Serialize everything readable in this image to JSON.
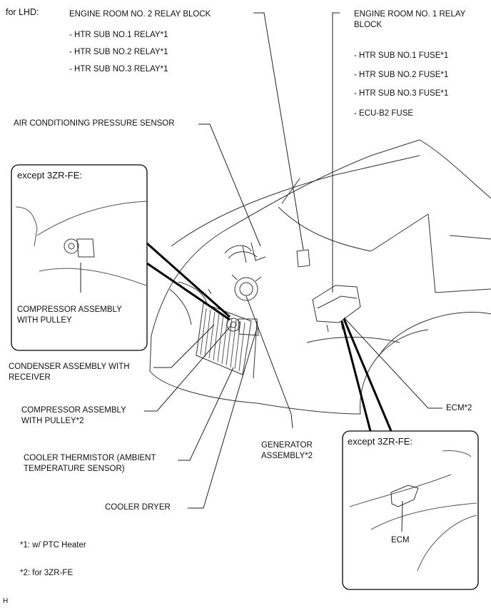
{
  "header": {
    "for_lhd": "for LHD:"
  },
  "relay_block_2": {
    "title": "ENGINE ROOM NO. 2 RELAY BLOCK",
    "items": [
      "- HTR SUB NO.1 RELAY*1",
      "- HTR SUB NO.2 RELAY*1",
      "- HTR SUB NO.3 RELAY*1"
    ]
  },
  "relay_block_1": {
    "title_line1": "ENGINE ROOM NO. 1 RELAY",
    "title_line2": "BLOCK",
    "items": [
      "- HTR SUB NO.1 FUSE*1",
      "- HTR SUB NO.2 FUSE*1",
      "- HTR SUB NO.3 FUSE*1",
      "- ECU-B2 FUSE"
    ]
  },
  "labels": {
    "ac_pressure_sensor": "AIR CONDITIONING PRESSURE SENSOR",
    "condenser_l1": "CONDENSER ASSEMBLY WITH",
    "condenser_l2": "RECEIVER",
    "compressor_l1": "COMPRESSOR ASSEMBLY",
    "compressor_l2": "WITH PULLEY*2",
    "thermistor_l1": "COOLER THERMISTOR (AMBIENT",
    "thermistor_l2": "TEMPERATURE SENSOR)",
    "cooler_dryer": "COOLER DRYER",
    "generator_l1": "GENERATOR",
    "generator_l2": "ASSEMBLY*2",
    "ecm_2": "ECM*2"
  },
  "inset_left": {
    "title": "except 3ZR-FE:",
    "label_l1": "COMPRESSOR ASSEMBLY",
    "label_l2": "WITH PULLEY"
  },
  "inset_right": {
    "title": "except 3ZR-FE:",
    "label": "ECM"
  },
  "footnotes": {
    "note1": "*1: w/ PTC Heater",
    "note2": "*2: for 3ZR-FE"
  },
  "corner_code": "H"
}
